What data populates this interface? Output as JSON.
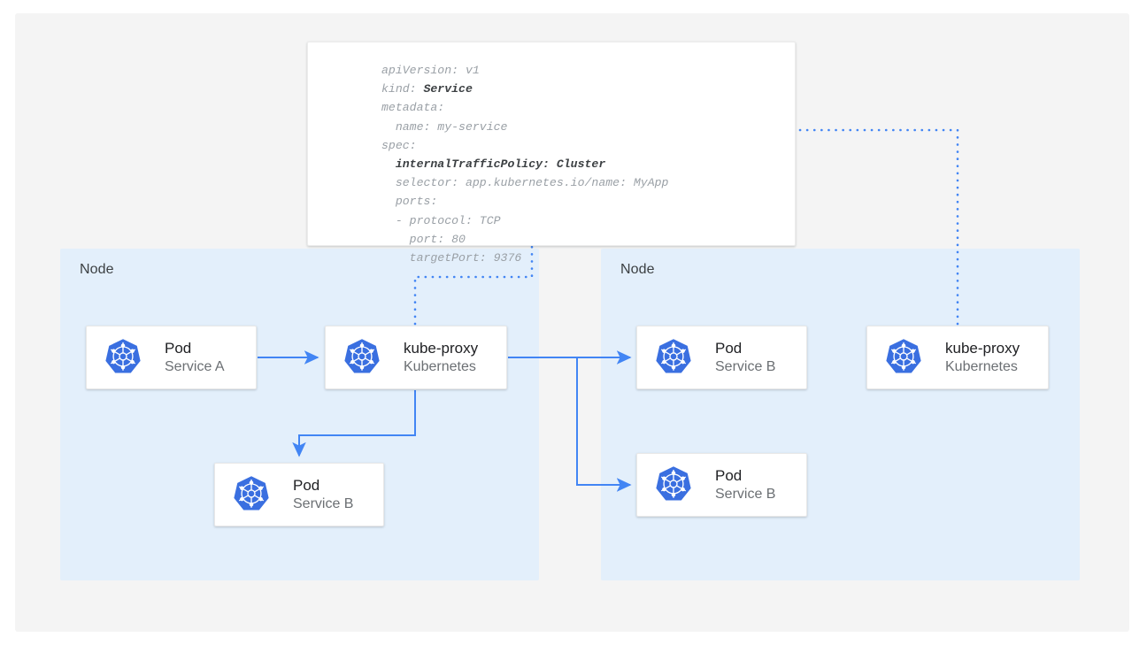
{
  "canvas": {
    "background": "#f4f4f4",
    "page_background": "#ffffff"
  },
  "colors": {
    "accent_blue": "#4285F4",
    "node_panel": "#e3effb",
    "card_white": "#ffffff",
    "text_primary": "#202124",
    "text_secondary": "#6b6f73",
    "code_gray": "#9aa0a6",
    "code_bold": "#3c4043"
  },
  "yaml_card": {
    "name": "service-manifest",
    "lines": [
      {
        "text": "apiVersion: v1",
        "bold": false
      },
      {
        "text": "kind: ",
        "bold_part": "Service"
      },
      {
        "text": "metadata:",
        "bold": false
      },
      {
        "text": "  name: my-service",
        "bold": false
      },
      {
        "text": "spec:",
        "bold": false
      },
      {
        "text": "  internalTrafficPolicy: Cluster",
        "bold": true
      },
      {
        "text": "  selector: app.kubernetes.io/name: MyApp",
        "bold": false
      },
      {
        "text": "  ports:",
        "bold": false
      },
      {
        "text": "  - protocol: TCP",
        "bold": false
      },
      {
        "text": "    port: 80",
        "bold": false
      },
      {
        "text": "    targetPort: 9376",
        "bold": false
      }
    ],
    "raw": "apiVersion: v1\nkind: Service\nmetadata:\n  name: my-service\nspec:\n  internalTrafficPolicy: Cluster\n  selector: app.kubernetes.io/name: MyApp\n  ports:\n  - protocol: TCP\n    port: 80\n    targetPort: 9376"
  },
  "nodes": [
    {
      "id": "node-left",
      "label": "Node",
      "cards": [
        {
          "id": "pod-service-a",
          "title": "Pod",
          "subtitle": "Service A",
          "icon": "kubernetes-icon"
        },
        {
          "id": "kube-proxy-left",
          "title": "kube-proxy",
          "subtitle": "Kubernetes",
          "icon": "kubernetes-icon"
        },
        {
          "id": "pod-service-b-left",
          "title": "Pod",
          "subtitle": "Service B",
          "icon": "kubernetes-icon"
        }
      ]
    },
    {
      "id": "node-right",
      "label": "Node",
      "cards": [
        {
          "id": "pod-service-b-right-top",
          "title": "Pod",
          "subtitle": "Service B",
          "icon": "kubernetes-icon"
        },
        {
          "id": "kube-proxy-right",
          "title": "kube-proxy",
          "subtitle": "Kubernetes",
          "icon": "kubernetes-icon"
        },
        {
          "id": "pod-service-b-right-bottom",
          "title": "Pod",
          "subtitle": "Service B",
          "icon": "kubernetes-icon"
        }
      ]
    }
  ],
  "connections": [
    {
      "id": "pod-a-to-proxy",
      "style": "solid",
      "from": "pod-service-a",
      "to": "kube-proxy-left"
    },
    {
      "id": "proxy-to-local-pod-b",
      "style": "solid",
      "from": "kube-proxy-left",
      "to": "pod-service-b-left"
    },
    {
      "id": "proxy-to-remote-pod-b-top",
      "style": "solid",
      "from": "kube-proxy-left",
      "to": "pod-service-b-right-top"
    },
    {
      "id": "proxy-to-remote-pod-b-bottom",
      "style": "solid",
      "from": "kube-proxy-left",
      "to": "pod-service-b-right-bottom"
    },
    {
      "id": "proxy-left-to-manifest",
      "style": "dotted",
      "from": "kube-proxy-left",
      "to": "service-manifest"
    },
    {
      "id": "proxy-right-to-manifest",
      "style": "dotted",
      "from": "kube-proxy-right",
      "to": "service-manifest"
    }
  ]
}
